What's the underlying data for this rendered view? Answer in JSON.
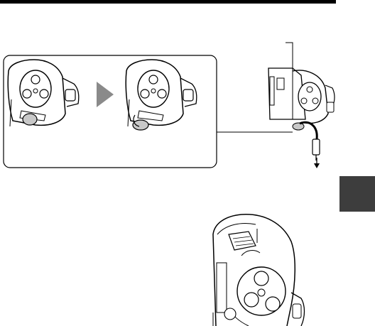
{
  "page": {
    "background": "#ffffff",
    "ink": "#000000",
    "side_tab_color": "#3d3d3d"
  },
  "illustrations": {
    "step_arrow": "play-triangle",
    "step_arrow_color": "#8a8a8a",
    "cable_direction": "arrow-down",
    "figures": [
      "camera-cap-closed",
      "camera-cap-open",
      "camera-with-cable",
      "camera-top-view"
    ]
  }
}
